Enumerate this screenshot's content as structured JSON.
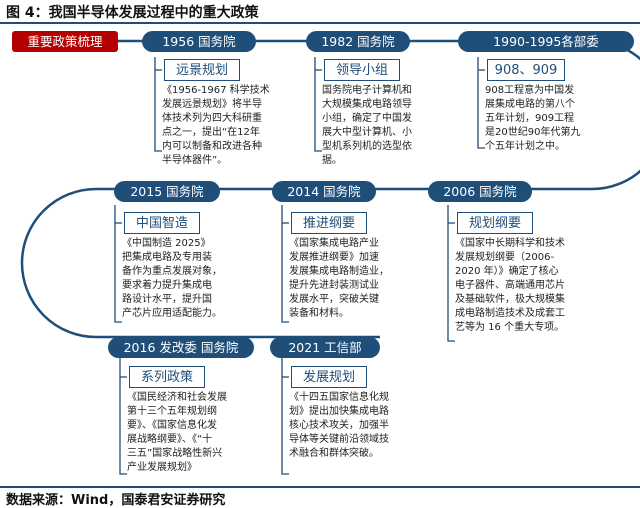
{
  "figure_title": "图 4：我国半导体发展过程中的重大政策",
  "source": "数据来源：Wind，国泰君安证券研究",
  "legend_label": "重要政策梳理",
  "colors": {
    "navy": "#1f4e79",
    "red": "#b40000"
  },
  "nodes": [
    {
      "year": "1956 国务院",
      "policy": "远景规划",
      "lines": [
        "《1956-1967 科学技术",
        "发展远景规划》将半导",
        "体技术列为四大科研重",
        "点之一，提出“在12年",
        "内可以制备和改进各种",
        "半导体器件”。"
      ]
    },
    {
      "year": "1982 国务院",
      "policy": "领导小组",
      "lines": [
        "国务院电子计算机和",
        "大规模集成电路领导",
        "小组，确定了中国发",
        "展大中型计算机、小",
        "型机系列机的选型依",
        "据。"
      ]
    },
    {
      "year": "1990-1995各部委",
      "policy": "908、909",
      "lines": [
        "908工程意为中国发",
        "展集成电路的第八个",
        "五年计划，909工程",
        "是20世纪90年代第九",
        "个五年计划之中。"
      ]
    },
    {
      "year": "2015 国务院",
      "policy": "中国智造",
      "lines": [
        "《中国制造 2025》",
        "把集成电路及专用装",
        "备作为重点发展对象，",
        "要求着力提升集成电",
        "路设计水平，提升国",
        "产芯片应用适配能力。"
      ]
    },
    {
      "year": "2014 国务院",
      "policy": "推进纲要",
      "lines": [
        "《国家集成电路产业",
        "发展推进纲要》加速",
        "发展集成电路制造业，",
        "提升先进封装测试业",
        "发展水平，突破关键",
        "装备和材料。"
      ]
    },
    {
      "year": "2006 国务院",
      "policy": "规划纲要",
      "lines": [
        "《国家中长期科学和技术",
        "发展规划纲要（2006-",
        "2020 年）》确定了核心",
        "电子器件、高端通用芯片",
        "及基础软件，极大规模集",
        "成电路制造技术及成套工",
        "艺等为 16 个重大专项。"
      ]
    },
    {
      "year": "2016 发改委 国务院",
      "policy": "系列政策",
      "lines": [
        "《国民经济和社会发展",
        "第十三个五年规划纲",
        "要》、《国家信息化发",
        "展战略纲要》、《“十",
        "三五”国家战略性新兴",
        "产业发展规划》"
      ]
    },
    {
      "year": "2021 工信部",
      "policy": "发展规划",
      "lines": [
        "《十四五国家信息化规",
        "划》提出加快集成电路",
        "核心技术攻关，加强半",
        "导体等关键前沿领域技",
        "术融合和群体突破。"
      ]
    }
  ]
}
